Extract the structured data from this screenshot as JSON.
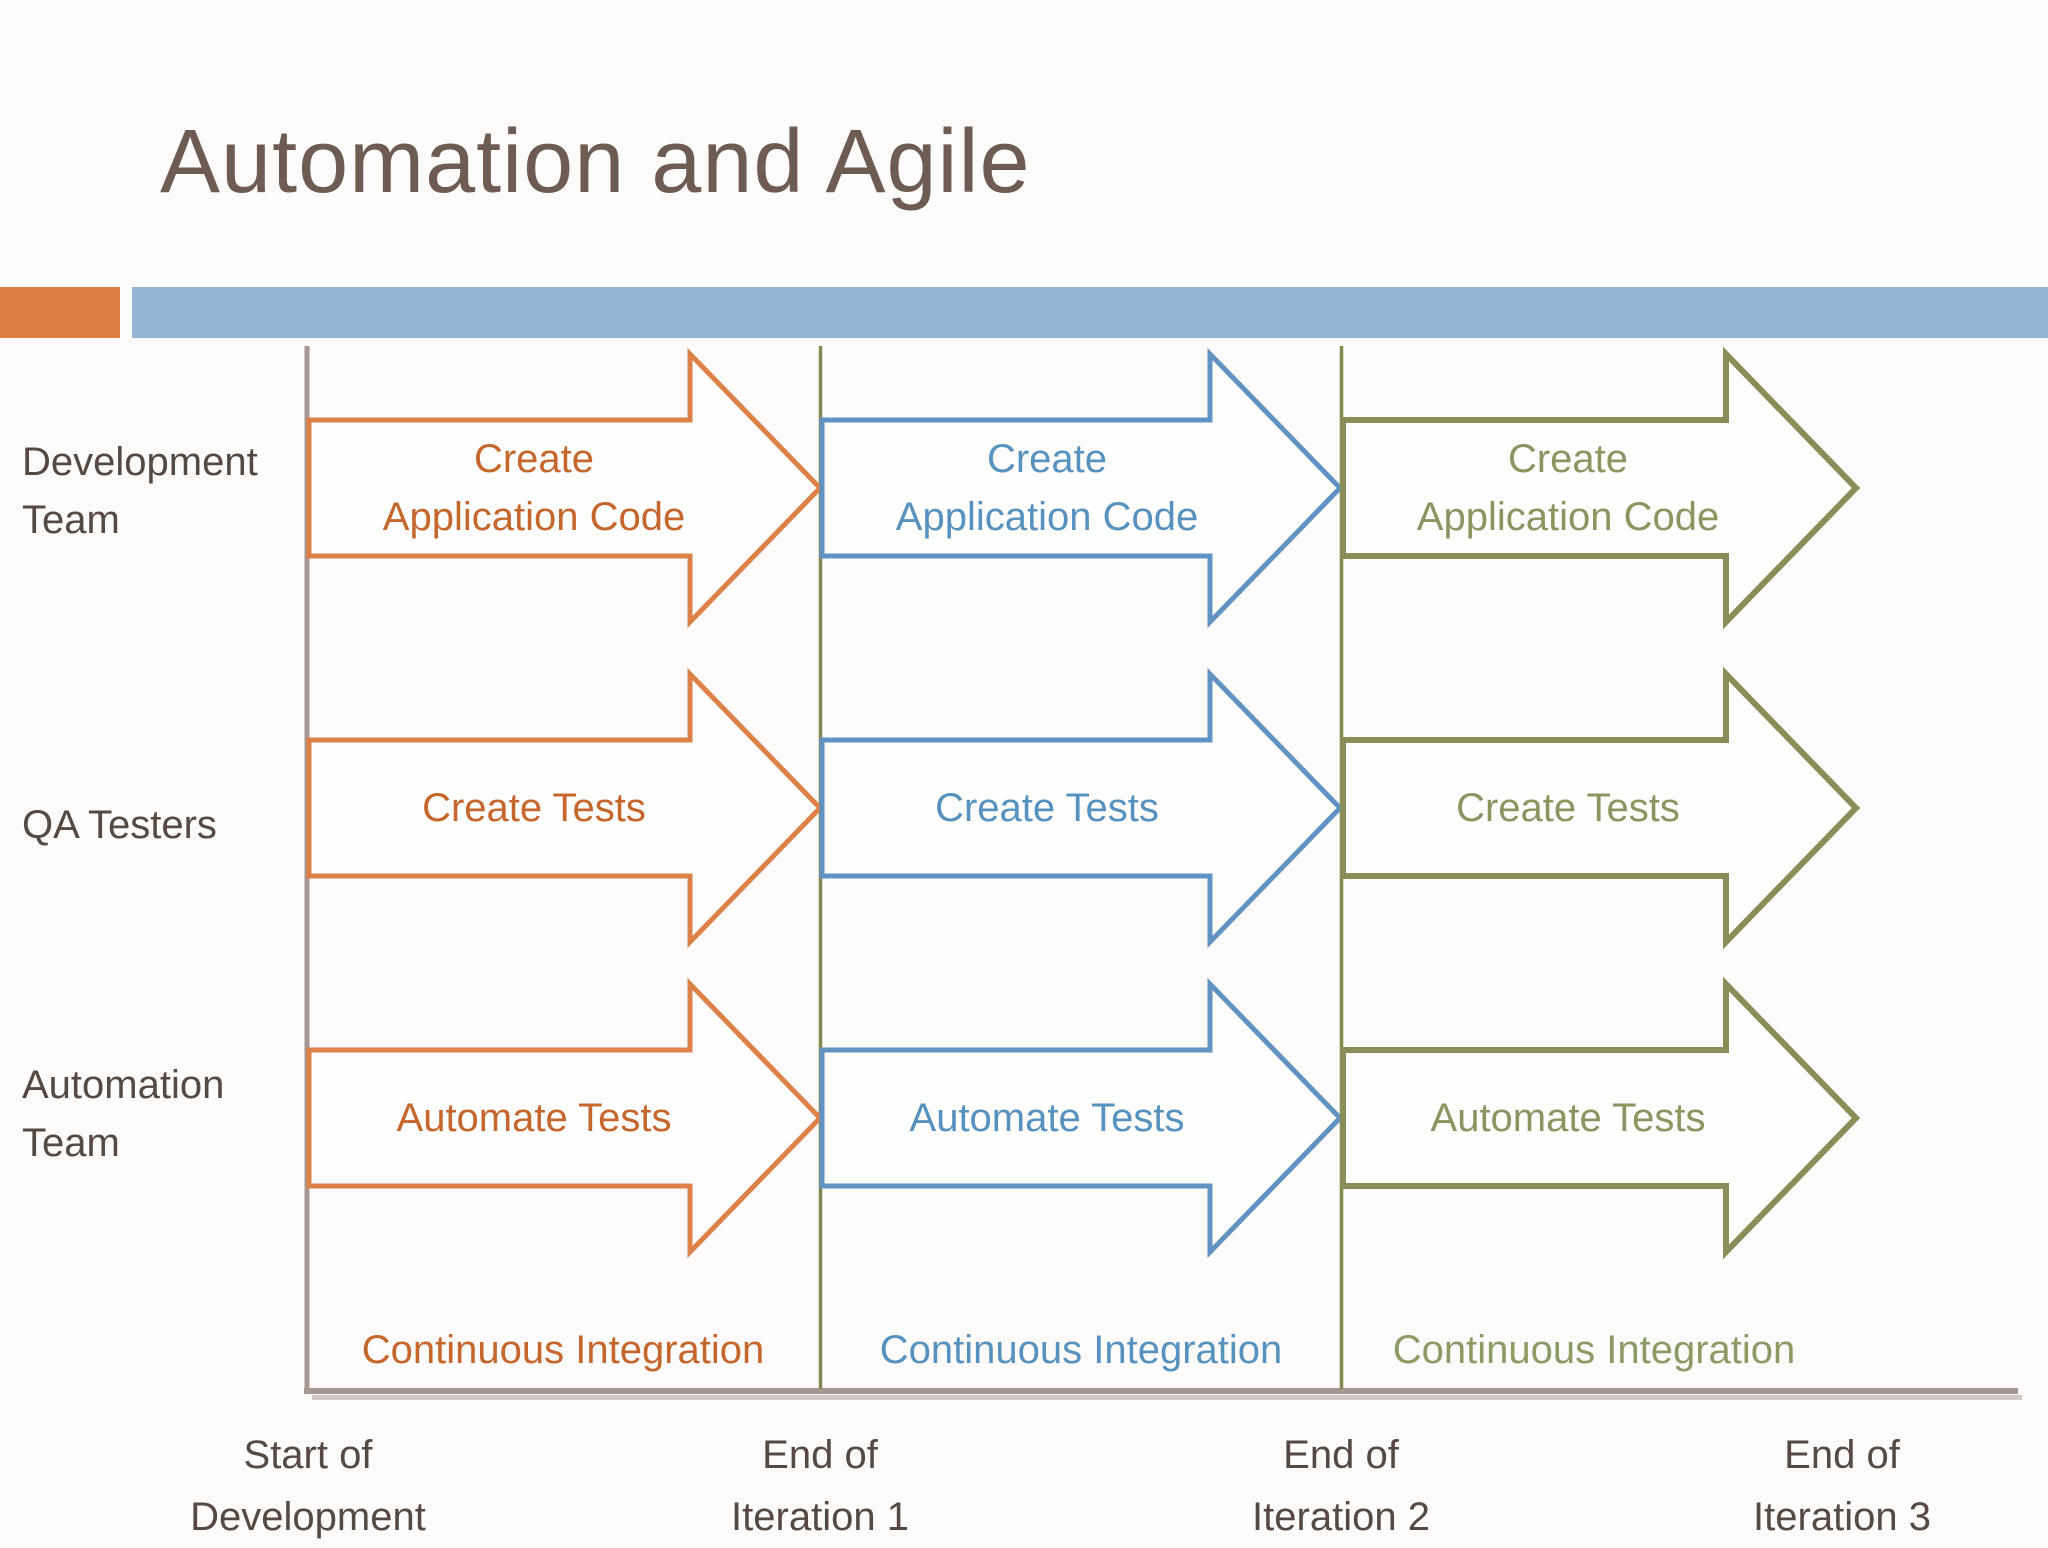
{
  "slide": {
    "title": "Automation and Agile",
    "row_labels": [
      {
        "line1": "Development",
        "line2": "Team"
      },
      {
        "line1": "QA Testers",
        "line2": ""
      },
      {
        "line1": "Automation",
        "line2": "Team"
      }
    ],
    "columns": [
      {
        "iteration": "Iteration 1",
        "dev_arrow_line1": "Create",
        "dev_arrow_line2": "Application Code",
        "qa_arrow": "Create Tests",
        "automation_arrow": "Automate Tests",
        "footer": "Continuous Integration"
      },
      {
        "iteration": "Iteration 2",
        "dev_arrow_line1": "Create",
        "dev_arrow_line2": "Application Code",
        "qa_arrow": "Create Tests",
        "automation_arrow": "Automate Tests",
        "footer": "Continuous Integration"
      },
      {
        "iteration": "Iteration 3",
        "dev_arrow_line1": "Create",
        "dev_arrow_line2": "Application Code",
        "qa_arrow": "Create Tests",
        "automation_arrow": "Automate Tests",
        "footer": "Continuous Integration"
      }
    ],
    "x_axis": [
      {
        "line1": "Start of",
        "line2": "Development"
      },
      {
        "line1": "End of",
        "line2": "Iteration 1"
      },
      {
        "line1": "End of",
        "line2": "Iteration 2"
      },
      {
        "line1": "End of",
        "line2": "Iteration 3"
      }
    ],
    "palette": {
      "accent_orange": "#DC8148",
      "orange_text": "#C5662C",
      "accent_blue": "#6093C2",
      "blue_text": "#5792BF",
      "accent_olive": "#8A8D57",
      "olive_text": "#8C9460",
      "header_bar_blue": "#94B5D4",
      "header_block_orange": "#DC8045",
      "column_divider": "#81894E",
      "axis_line": "#A69792",
      "title_text": "#6E5C52",
      "label_text": "#554942",
      "arrow_fill": "#FDFDFC"
    }
  }
}
